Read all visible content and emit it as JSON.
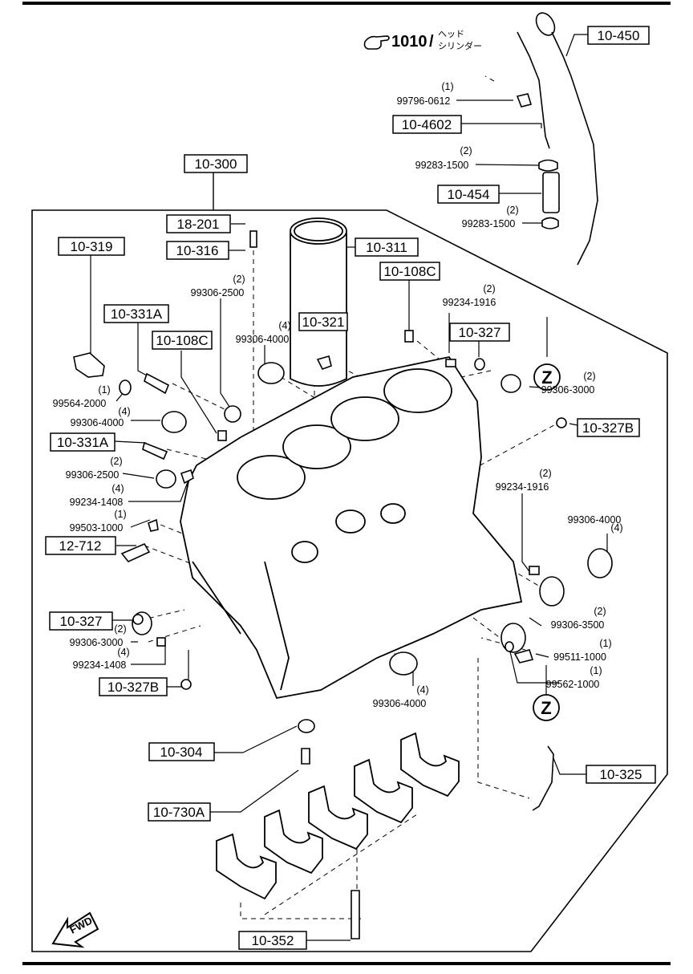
{
  "header": {
    "ref_number": "1010",
    "ref_slash": "/",
    "ref_text_line1": "ヘッド",
    "ref_text_line2": "シリンダー"
  },
  "assembly_label": "10-300",
  "fwd_label": "FWD",
  "connector_letter": "Z",
  "boxed_labels": [
    "10-450",
    "10-4602",
    "10-454",
    "10-300",
    "18-201",
    "10-316",
    "10-311",
    "10-319",
    "10-108C",
    "10-331A",
    "10-108C",
    "10-321",
    "10-327",
    "10-327B",
    "10-331A",
    "12-712",
    "10-327",
    "10-327B",
    "10-304",
    "10-730A",
    "10-325",
    "10-352"
  ],
  "part_labels": [
    {
      "qty": "(1)",
      "code": "99796-0612"
    },
    {
      "qty": "(2)",
      "code": "99283-1500"
    },
    {
      "qty": "(2)",
      "code": "99283-1500"
    },
    {
      "qty": "(2)",
      "code": "99306-2500"
    },
    {
      "qty": "(4)",
      "code": "99306-4000"
    },
    {
      "qty": "(2)",
      "code": "99234-1916"
    },
    {
      "qty": "(1)",
      "code": "99564-2000"
    },
    {
      "qty": "(4)",
      "code": "99306-4000"
    },
    {
      "qty": "(2)",
      "code": "99306-3000"
    },
    {
      "qty": "(2)",
      "code": "99306-2500"
    },
    {
      "qty": "(4)",
      "code": "99234-1408"
    },
    {
      "qty": "(1)",
      "code": "99503-1000"
    },
    {
      "qty": "(2)",
      "code": "99234-1916"
    },
    {
      "qty": "(4)",
      "code": "99306-4000"
    },
    {
      "qty": "(2)",
      "code": "99306-3000"
    },
    {
      "qty": "(4)",
      "code": "99234-1408"
    },
    {
      "qty": "(2)",
      "code": "99306-3500"
    },
    {
      "qty": "(1)",
      "code": "99511-1000"
    },
    {
      "qty": "(1)",
      "code": "99562-1000"
    },
    {
      "qty": "(4)",
      "code": "99306-4000"
    }
  ]
}
